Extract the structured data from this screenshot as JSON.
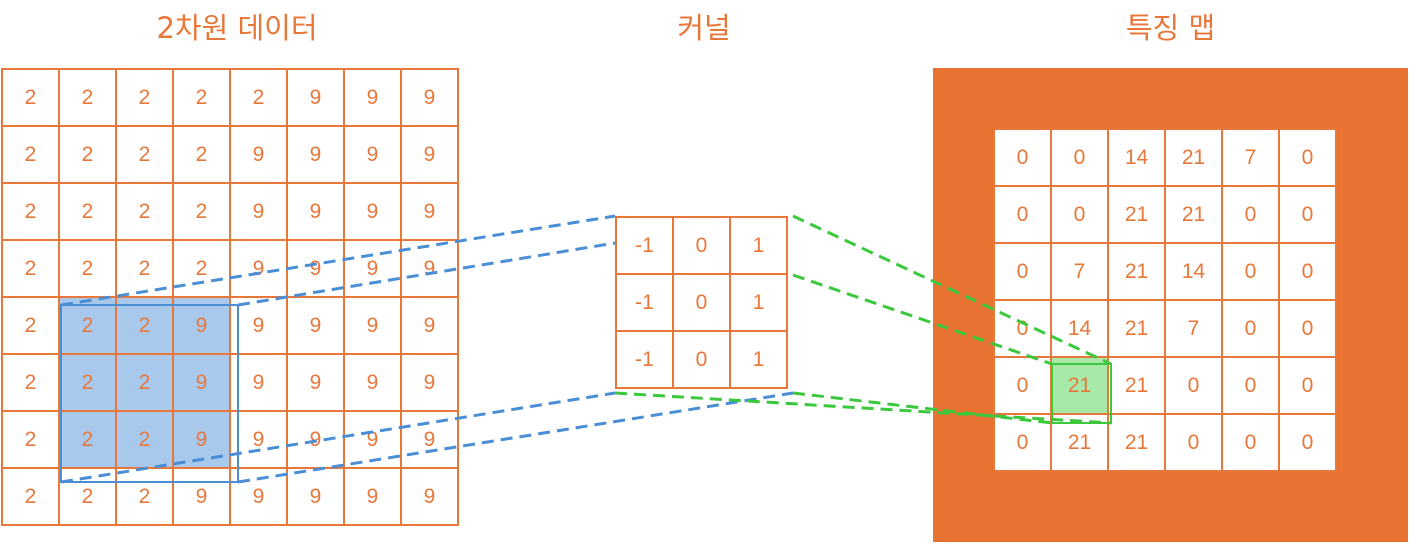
{
  "titles": {
    "input": "2차원 데이터",
    "kernel": "커널",
    "feature_map": "특징 맵"
  },
  "input_grid": [
    [
      "2",
      "2",
      "2",
      "2",
      "2",
      "9",
      "9",
      "9"
    ],
    [
      "2",
      "2",
      "2",
      "2",
      "9",
      "9",
      "9",
      "9"
    ],
    [
      "2",
      "2",
      "2",
      "2",
      "9",
      "9",
      "9",
      "9"
    ],
    [
      "2",
      "2",
      "2",
      "2",
      "9",
      "9",
      "9",
      "9"
    ],
    [
      "2",
      "2",
      "2",
      "9",
      "9",
      "9",
      "9",
      "9"
    ],
    [
      "2",
      "2",
      "2",
      "9",
      "9",
      "9",
      "9",
      "9"
    ],
    [
      "2",
      "2",
      "2",
      "9",
      "9",
      "9",
      "9",
      "9"
    ],
    [
      "2",
      "2",
      "2",
      "9",
      "9",
      "9",
      "9",
      "9"
    ]
  ],
  "kernel_grid": [
    [
      "-1",
      "0",
      "1"
    ],
    [
      "-1",
      "0",
      "1"
    ],
    [
      "-1",
      "0",
      "1"
    ]
  ],
  "feature_map_grid": [
    [
      "0",
      "0",
      "14",
      "21",
      "7",
      "0"
    ],
    [
      "0",
      "0",
      "21",
      "21",
      "0",
      "0"
    ],
    [
      "0",
      "7",
      "21",
      "14",
      "0",
      "0"
    ],
    [
      "0",
      "14",
      "21",
      "7",
      "0",
      "0"
    ],
    [
      "0",
      "21",
      "21",
      "0",
      "0",
      "0"
    ],
    [
      "0",
      "21",
      "21",
      "0",
      "0",
      "0"
    ]
  ],
  "highlight": {
    "input_window": {
      "row_start": 4,
      "col_start": 1,
      "size": 3
    },
    "feature_cell": {
      "row": 4,
      "col": 1
    }
  },
  "colors": {
    "grid_line": "#e8773a",
    "text": "#e8773a",
    "padding": "#e87232",
    "input_highlight": "#a8c8ec",
    "input_highlight_border": "#4a8fd6",
    "feature_highlight": "#a8e8a8",
    "feature_highlight_border": "#3cc83c",
    "blue_dash": "#4a8fd6",
    "green_dash": "#3cc83c"
  }
}
